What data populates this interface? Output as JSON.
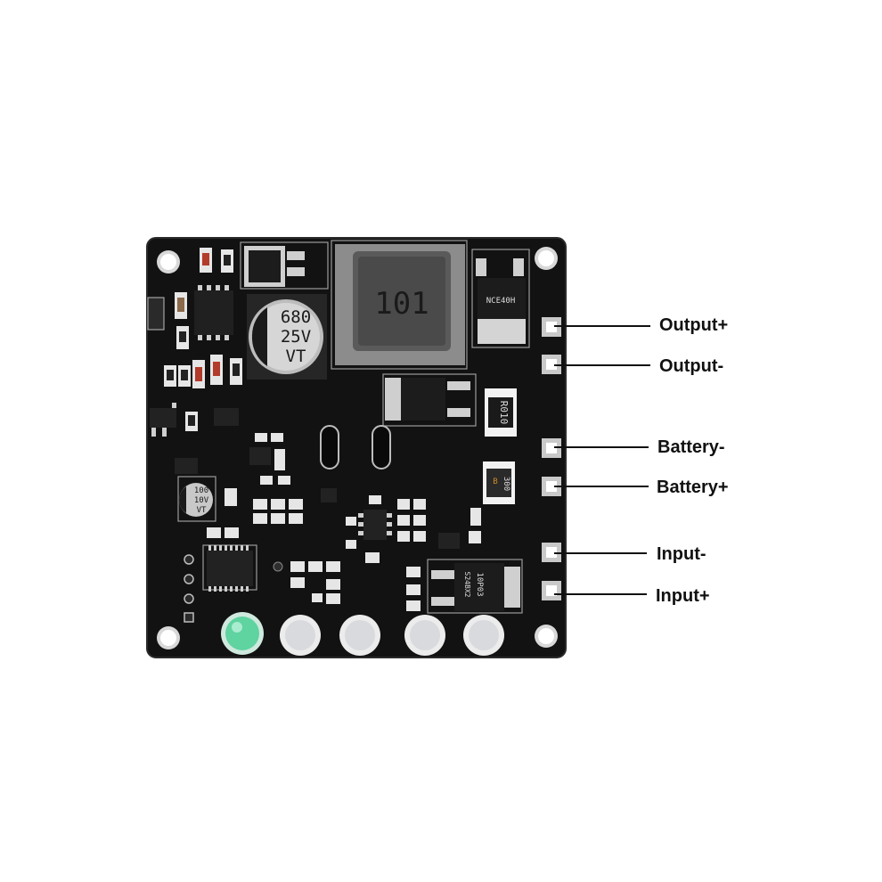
{
  "board": {
    "inductor_marking": "101",
    "cap_large": {
      "line1": "680",
      "line2": "25V",
      "line3": "VT"
    },
    "cap_small": {
      "line1": "100",
      "line2": "10V",
      "line3": "VT"
    },
    "resistor_r010": "R010",
    "resistor_300": {
      "line1": "B",
      "line2": "300"
    },
    "ic_marking": "10P03",
    "ic_marking_2": "S24BX2",
    "mosfet_marking": "NCE40H",
    "led_colors": {
      "green": "#5fd3a0",
      "clear": "#d8dadd"
    }
  },
  "callouts": {
    "output_plus": "Output+",
    "output_minus": "Output-",
    "battery_minus": "Battery-",
    "battery_plus": "Battery+",
    "input_minus": "Input-",
    "input_plus": "Input+"
  },
  "colors": {
    "pcb": "#121212",
    "pad": "#c9c9c9",
    "leader": "#111111"
  }
}
